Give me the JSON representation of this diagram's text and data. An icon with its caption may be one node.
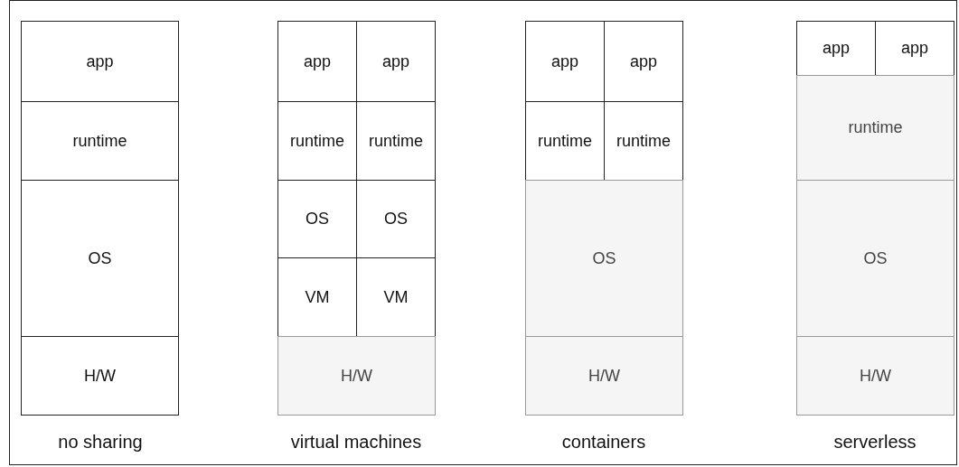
{
  "diagram": {
    "nodes": [
      {
        "text": [
          "app"
        ]
      },
      {
        "text": [
          "runtime"
        ]
      },
      {
        "text": [
          "OS"
        ]
      },
      {
        "text": [
          "H/W"
        ]
      },
      {
        "text": [
          "app"
        ]
      },
      {
        "text": [
          "app"
        ]
      },
      {
        "text": [
          "runtime"
        ]
      },
      {
        "text": [
          "runtime"
        ]
      },
      {
        "text": [
          "OS"
        ]
      },
      {
        "text": [
          "OS"
        ]
      },
      {
        "text": [
          "VM"
        ]
      },
      {
        "text": [
          "VM"
        ]
      },
      {
        "text": [
          "H/W"
        ]
      },
      {
        "text": [
          "app"
        ]
      },
      {
        "text": [
          "app"
        ]
      },
      {
        "text": [
          "runtime"
        ]
      },
      {
        "text": [
          "runtime"
        ]
      },
      {
        "text": [
          "OS"
        ]
      },
      {
        "text": [
          "H/W"
        ]
      },
      {
        "text": [
          "app"
        ]
      },
      {
        "text": [
          "app"
        ]
      },
      {
        "text": [
          "runtime"
        ]
      },
      {
        "text": [
          "OS"
        ]
      },
      {
        "text": [
          "H/W"
        ]
      }
    ],
    "edges": [],
    "labels": [
      "no sharing",
      "virtual machines",
      "containers",
      "serverless"
    ]
  }
}
